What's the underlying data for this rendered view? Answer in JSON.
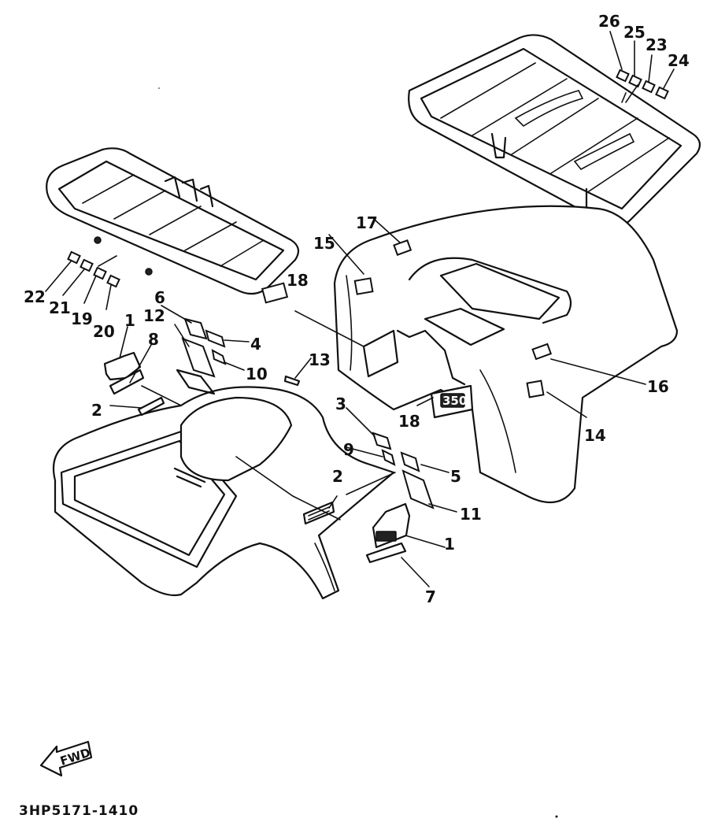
{
  "diagram": {
    "title": "Fender, carrier and decal assembly",
    "drawing_code": "3HP5171-1410",
    "direction_indicator": "FWD",
    "parts": [
      {
        "id": "rear-carrier",
        "label": "Rear carrier"
      },
      {
        "id": "front-carrier",
        "label": "Front carrier"
      },
      {
        "id": "rear-fender",
        "label": "Rear fender"
      },
      {
        "id": "front-fender",
        "label": "Front fender"
      }
    ],
    "callouts": [
      {
        "num": "1"
      },
      {
        "num": "1"
      },
      {
        "num": "2"
      },
      {
        "num": "2"
      },
      {
        "num": "3"
      },
      {
        "num": "4"
      },
      {
        "num": "5"
      },
      {
        "num": "6"
      },
      {
        "num": "7"
      },
      {
        "num": "8"
      },
      {
        "num": "9"
      },
      {
        "num": "10"
      },
      {
        "num": "11"
      },
      {
        "num": "12"
      },
      {
        "num": "13"
      },
      {
        "num": "14"
      },
      {
        "num": "15"
      },
      {
        "num": "16"
      },
      {
        "num": "17"
      },
      {
        "num": "18"
      },
      {
        "num": "18"
      },
      {
        "num": "19"
      },
      {
        "num": "20"
      },
      {
        "num": "21"
      },
      {
        "num": "22"
      },
      {
        "num": "23"
      },
      {
        "num": "24"
      },
      {
        "num": "25"
      },
      {
        "num": "26"
      }
    ],
    "decal_text": "350"
  }
}
